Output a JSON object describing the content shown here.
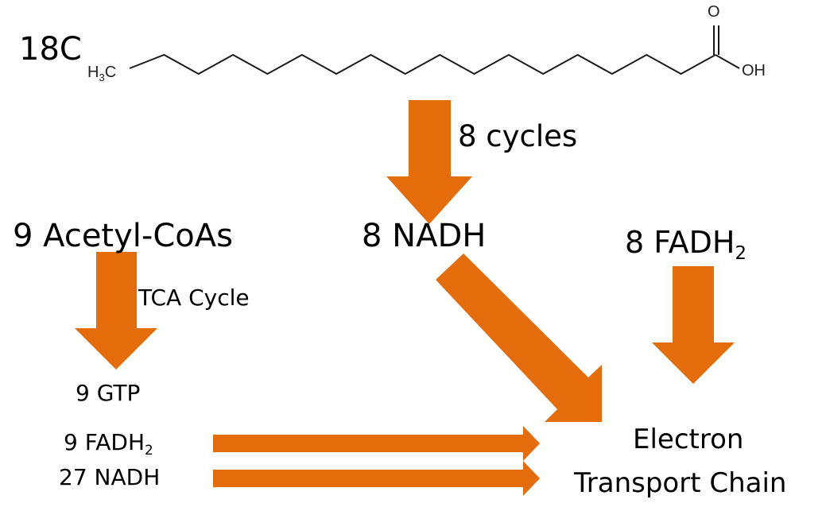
{
  "diagram": {
    "title_label": "18C",
    "molecule": {
      "left_group": "H",
      "left_group_sub": "3",
      "left_group_tail": "C",
      "carbonyl_oxygen": "O",
      "hydroxyl": "OH",
      "chain_carbons": 18
    },
    "beta_oxidation": {
      "cycles_label": "8 cycles"
    },
    "products": {
      "acetyl_coa": "9 Acetyl-CoAs",
      "nadh": "8 NADH",
      "fadh2_prefix": "8 FADH",
      "fadh2_sub": "2"
    },
    "tca": {
      "label": "TCA Cycle",
      "gtp": "9 GTP",
      "fadh2_prefix": "9 FADH",
      "fadh2_sub": "2",
      "nadh": "27 NADH"
    },
    "etc": {
      "line1": "Electron",
      "line2": "Transport Chain"
    },
    "colors": {
      "arrow": "#E46C0A",
      "text": "#000000",
      "bond": "#1a1a1a"
    }
  }
}
